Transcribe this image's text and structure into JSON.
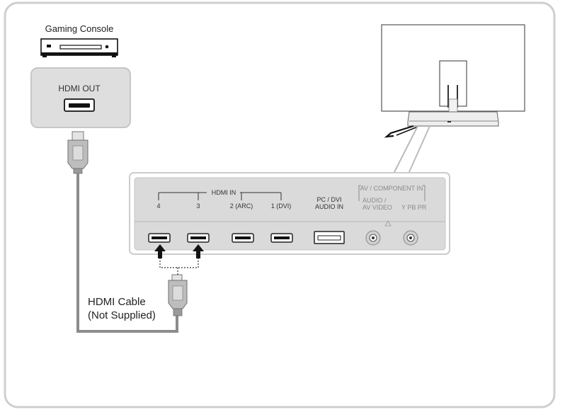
{
  "source_device": {
    "name": "Gaming Console",
    "port_label": "HDMI OUT"
  },
  "cable": {
    "label_line1": "HDMI Cable",
    "label_line2": "(Not Supplied)"
  },
  "tv_panel": {
    "hdmi_group_label": "HDMI IN",
    "hdmi_ports": [
      "4",
      "3",
      "2 (ARC)",
      "1 (DVI)"
    ],
    "pc_audio_label_line1": "PC / DVI",
    "pc_audio_label_line2": "AUDIO IN",
    "av_component_group_label": "AV / COMPONENT IN",
    "av_audio_label_line1": "AUDIO /",
    "av_audio_label_line2": "AV VIDEO",
    "component_label": "Y  PB  PR"
  },
  "colors": {
    "frame_border": "#c8c8c8",
    "panel_fill": "#dcdcdc",
    "cable_gray": "#8c8c8c",
    "arrow_black": "#111111"
  }
}
